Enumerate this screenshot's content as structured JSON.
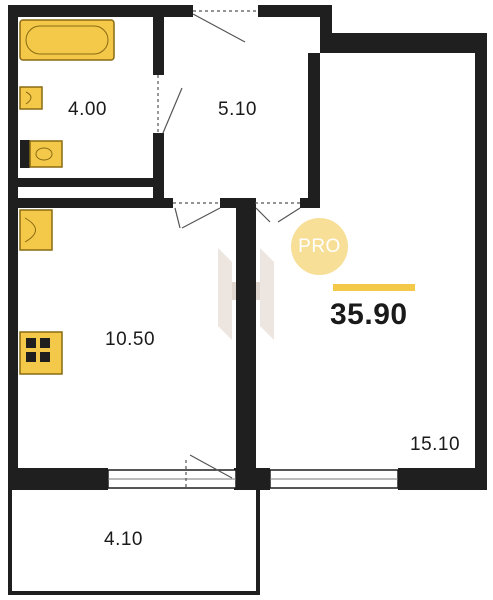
{
  "plan": {
    "colors": {
      "wall": "#1f1f1f",
      "fixture": "#f4c94a",
      "fixture_stroke": "#8a6a12",
      "door_line": "#555555"
    },
    "rooms": [
      {
        "id": "bathroom",
        "area": "4.00"
      },
      {
        "id": "hallway",
        "area": "5.10"
      },
      {
        "id": "kitchen",
        "area": "10.50"
      },
      {
        "id": "living-room",
        "area": "15.10"
      },
      {
        "id": "balcony",
        "area": "4.10"
      }
    ],
    "total_area": "35.90",
    "badge": "PRO",
    "icons": [
      "bathtub-icon",
      "sink-icon",
      "toilet-icon",
      "kitchen-sink-icon",
      "stove-icon",
      "watermark-logo"
    ]
  }
}
